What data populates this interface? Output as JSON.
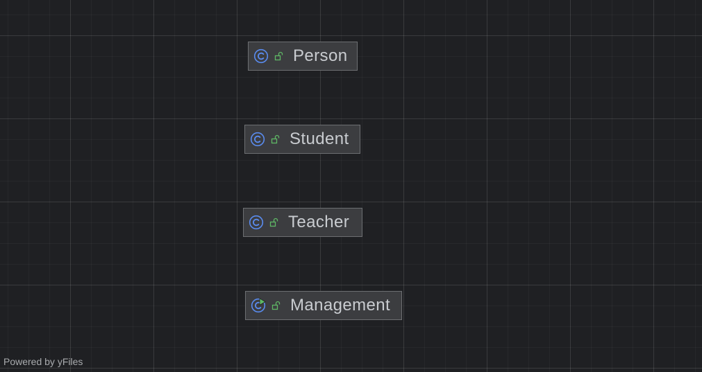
{
  "diagram": {
    "nodes": [
      {
        "id": "person",
        "name": "Person",
        "kind_icon": "class-icon",
        "visibility_icon": "public-unlock-icon"
      },
      {
        "id": "student",
        "name": "Student",
        "kind_icon": "class-icon",
        "visibility_icon": "public-unlock-icon"
      },
      {
        "id": "teacher",
        "name": "Teacher",
        "kind_icon": "class-icon",
        "visibility_icon": "public-unlock-icon"
      },
      {
        "id": "management",
        "name": "Management",
        "kind_icon": "runnable-class-icon",
        "visibility_icon": "public-unlock-icon"
      }
    ]
  },
  "watermark": {
    "text": "Powered by yFiles"
  },
  "colors": {
    "canvas_background": "#1f2023",
    "node_fill": "#3c3d40",
    "node_border": "#6d6f72",
    "node_text": "#c9ccd0",
    "class_icon_blue": "#5a8cf0",
    "visibility_icon_green": "#5fb865",
    "watermark_text": "#a9abae"
  }
}
